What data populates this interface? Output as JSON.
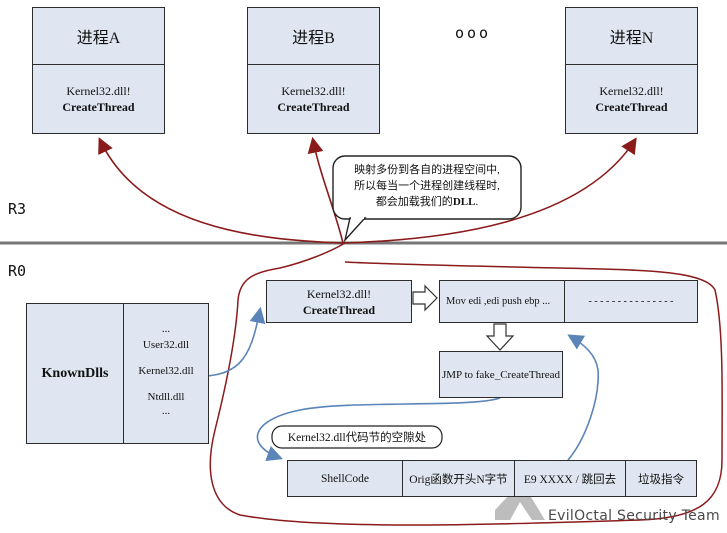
{
  "processes": [
    {
      "name": "进程A",
      "module": "Kernel32.dll!",
      "func": "CreateThread"
    },
    {
      "name": "进程B",
      "module": "Kernel32.dll!",
      "func": "CreateThread"
    },
    {
      "name": "进程N",
      "module": "Kernel32.dll!",
      "func": "CreateThread"
    }
  ],
  "ellipsis_processes": "ooo",
  "note": {
    "line1": "映射多份到各自的进程空间中,",
    "line2": "所以每当一个进程创建线程时,",
    "line3_prefix": "都会加载我们的",
    "line3_bold": "DLL",
    "line3_suffix": "."
  },
  "ring_labels": {
    "r3": "R3",
    "r0": "R0"
  },
  "knowndlls": {
    "title": "KnownDlls",
    "entries": [
      "...",
      "User32.dll",
      "Kernel32.dll",
      "Ntdll.dll",
      "..."
    ]
  },
  "kernel_box": {
    "module": "Kernel32.dll!",
    "func": "CreateThread"
  },
  "code_row": {
    "instructions": "Mov edi ,edi  push ebp  ...",
    "dashes": "- - - - - - - - - - - - - - -"
  },
  "jmp_box": "JMP to fake_CreateThread",
  "cave_label": "Kernel32.dll代码节的空隙处",
  "shell_row": [
    "ShellCode",
    "Orig函数开头N字节",
    "E9 XXXX / 跳回去",
    "垃圾指令"
  ],
  "watermark": "EvilOctal Security Team",
  "colors": {
    "box_fill": "#dfe6f1",
    "arrow_red": "#8b1a1a",
    "arrow_blue": "#5b84b8",
    "divider": "#777777"
  }
}
